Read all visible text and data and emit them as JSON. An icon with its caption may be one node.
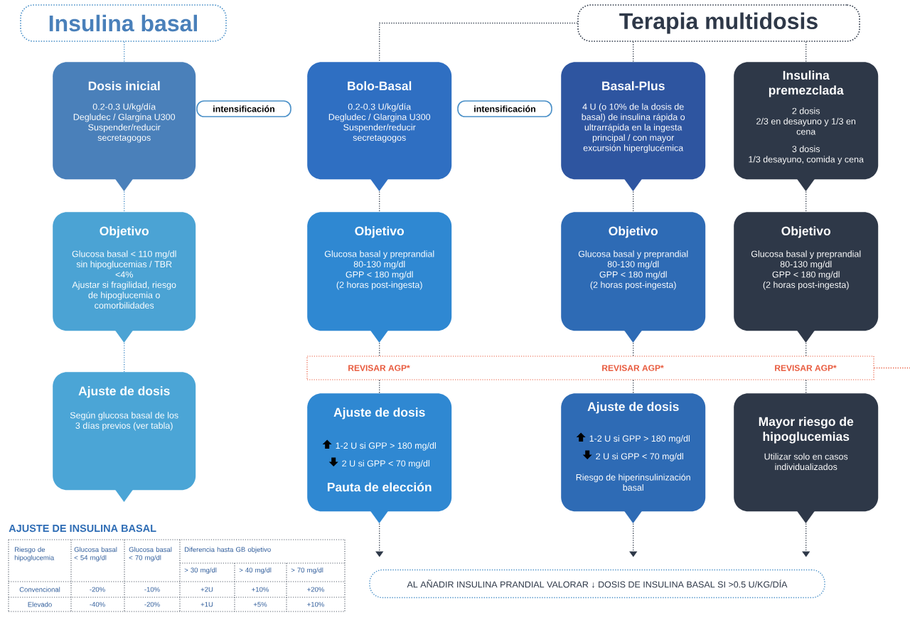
{
  "diagram": {
    "nodes": [
      {
        "text": [
          "Insulina basal"
        ]
      },
      {
        "text": [
          "Terapia multidosis"
        ]
      },
      {
        "text": [
          "Dosis inicial",
          "0.2-0.3 U/kg/día",
          "Degludec / Glargina U300",
          "Suspender/reducir secretagogos"
        ]
      },
      {
        "text": [
          "intensificación"
        ]
      },
      {
        "text": [
          "Bolo-Basal",
          "0.2-0.3 U/kg/día",
          "Degludec / Glargina U300",
          "Suspender/reducir secretagogos"
        ]
      },
      {
        "text": [
          "intensificación"
        ]
      },
      {
        "text": [
          "Basal-Plus",
          "4 U (o 10% de la dosis de basal) de insulina rápida o ultrarrápida en la ingesta principal / con mayor excursión hiperglucémica"
        ]
      },
      {
        "text": [
          "Insulina premezclada",
          "2 dosis",
          "2/3 en desayuno y 1/3 en cena",
          "3 dosis",
          "1/3 desayuno, comida y cena"
        ]
      },
      {
        "text": [
          "Objetivo",
          "Glucosa basal < 110 mg/dl sin hipoglucemias / TBR <4%",
          "Ajustar si fragilidad, riesgo de hipoglucemia o comorbilidades"
        ]
      },
      {
        "text": [
          "Objetivo",
          "Glucosa basal y preprandial 80-130 mg/dl",
          "GPP < 180 mg/dl",
          "(2 horas post-ingesta)"
        ]
      },
      {
        "text": [
          "Objetivo",
          "Glucosa basal y preprandial 80-130 mg/dl",
          "GPP < 180 mg/dl",
          "(2 horas post-ingesta)"
        ]
      },
      {
        "text": [
          "Objetivo",
          "Glucosa basal y preprandial 80-130 mg/dl",
          "GPP < 180 mg/dl",
          "(2 horas post-ingesta)"
        ]
      },
      {
        "text": [
          "REVISAR AGP*",
          "REVISAR AGP*",
          "REVISAR AGP*"
        ]
      },
      {
        "text": [
          "Ajuste de dosis",
          "Según glucosa basal de los 3 días previos (ver tabla)"
        ]
      },
      {
        "text": [
          "Ajuste de dosis",
          "1-2 U si GPP > 180 mg/dl",
          "2 U si GPP < 70 mg/dl",
          "Pauta de elección"
        ]
      },
      {
        "text": [
          "Ajuste de dosis",
          "1-2 U si GPP > 180 mg/dl",
          "2 U si GPP < 70 mg/dl",
          "Riesgo de hiperinsulinización basal"
        ]
      },
      {
        "text": [
          "Mayor riesgo de hipoglucemias",
          "Utilizar solo en casos individualizados"
        ]
      },
      {
        "text": [
          "AL AÑADIR INSULINA PRANDIAL VALORAR ↓ DOSIS DE INSULINA BASAL SI >0.5 U/KG/DÍA"
        ]
      }
    ],
    "edges": [
      {
        "from": 0,
        "to": 2,
        "arrow": "none",
        "color": "#4a90c8"
      },
      {
        "from": 2,
        "to": 8,
        "arrow": "none",
        "color": "#4a90c8"
      },
      {
        "from": 8,
        "to": 13,
        "arrow": "none",
        "color": "#4a90c8"
      },
      {
        "from": 1,
        "to": 4,
        "arrow": "none"
      },
      {
        "from": 1,
        "to": 6,
        "arrow": "none"
      },
      {
        "from": 1,
        "to": 7,
        "arrow": "none"
      },
      {
        "from": 4,
        "to": 9,
        "arrow": "none"
      },
      {
        "from": 6,
        "to": 10,
        "arrow": "none"
      },
      {
        "from": 7,
        "to": 11,
        "arrow": "none"
      },
      {
        "from": 9,
        "to": 12,
        "arrow": "none"
      },
      {
        "from": 10,
        "to": 12,
        "arrow": "none"
      },
      {
        "from": 11,
        "to": 12,
        "arrow": "none"
      },
      {
        "from": 12,
        "to": 14,
        "arrow": "none"
      },
      {
        "from": 12,
        "to": 15,
        "arrow": "none"
      },
      {
        "from": 12,
        "to": 16,
        "arrow": "none"
      },
      {
        "from": 14,
        "to": null,
        "arrow": "to"
      },
      {
        "from": 15,
        "to": null,
        "arrow": "to"
      },
      {
        "from": 16,
        "to": null,
        "arrow": "to"
      },
      {
        "from": 12,
        "to": null,
        "arrow": "none",
        "color": "#e8593c"
      }
    ],
    "labels": [
      "AJUSTE DE INSULINA BASAL",
      "Riesgo de hipoglucemia",
      "Glucosa basal < 54 mg/dl",
      "Glucosa basal < 70 mg/dl",
      "Diferencia hasta GB objetivo",
      "> 30 mg/dl",
      "> 40 mg/dl",
      "> 70 mg/dl",
      "Convencional",
      "-20%",
      "-10%",
      "+2U",
      "+10%",
      "+20%",
      "Elevado",
      "-40%",
      "-20%",
      "+1U",
      "+5%",
      "+10%"
    ]
  }
}
